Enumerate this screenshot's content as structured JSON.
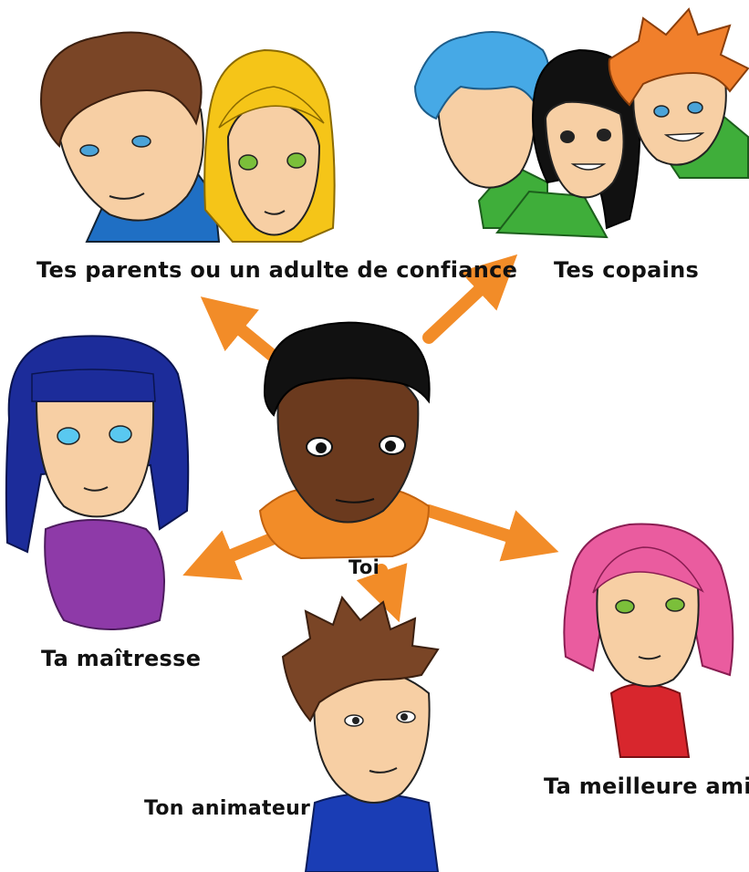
{
  "diagram": {
    "center": {
      "label": "Toi"
    },
    "nodes": [
      {
        "id": "parents",
        "label": "Tes parents ou un adulte de confiance"
      },
      {
        "id": "copains",
        "label": "Tes copains"
      },
      {
        "id": "maitresse",
        "label": "Ta maîtresse"
      },
      {
        "id": "animateur",
        "label": "Ton animateur"
      },
      {
        "id": "amie",
        "label": "Ta meilleure amie"
      }
    ]
  },
  "colors": {
    "arrow": "#f28c28",
    "skin": "#f7cfa4",
    "skin_dark": "#6b3a1e",
    "hair_brown": "#7a4526",
    "hair_blonde": "#f5c518",
    "hair_blue": "#46a9e6",
    "hair_black": "#111111",
    "hair_orange": "#f07f2b",
    "hair_navy": "#1c2c9a",
    "hair_pink": "#ea5c9f",
    "shirt_blue": "#1f6fc4",
    "shirt_green": "#3fae3a",
    "shirt_purple": "#8e3aa8",
    "shirt_red": "#d8262d",
    "shirt_darkblue": "#1a3db5"
  },
  "icons": [
    "arrow-icon"
  ]
}
